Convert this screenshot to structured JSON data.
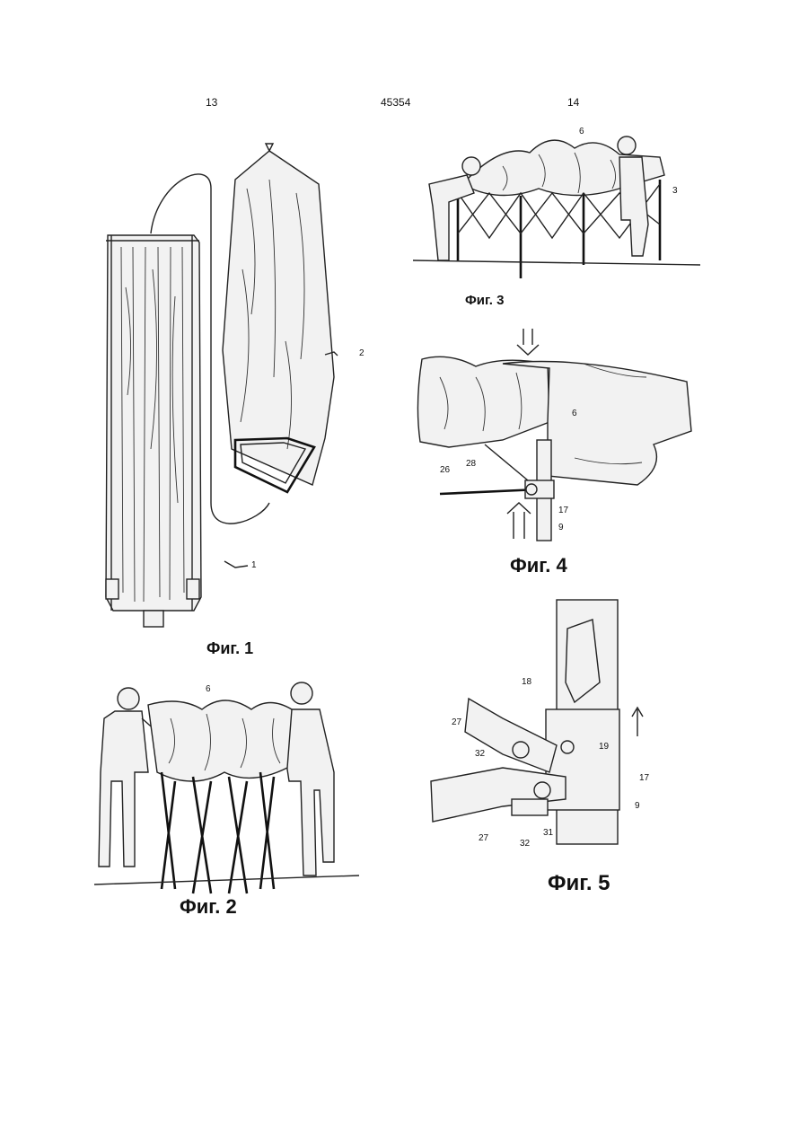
{
  "header": {
    "left_page": "13",
    "doc_number": "45354",
    "right_page": "14"
  },
  "figures": {
    "fig1": {
      "caption": "Фиг. 1",
      "labels": [
        "2",
        "1"
      ]
    },
    "fig2": {
      "caption": "Фиг. 2",
      "labels": [
        "6"
      ]
    },
    "fig3": {
      "caption": "Фиг. 3",
      "labels": [
        "6",
        "3"
      ]
    },
    "fig4": {
      "caption": "Фиг. 4",
      "labels": [
        "6",
        "28",
        "26",
        "17",
        "9"
      ]
    },
    "fig5": {
      "caption": "Фиг. 5",
      "labels": [
        "18",
        "27",
        "32",
        "19",
        "17",
        "9",
        "27",
        "32",
        "31"
      ]
    }
  }
}
